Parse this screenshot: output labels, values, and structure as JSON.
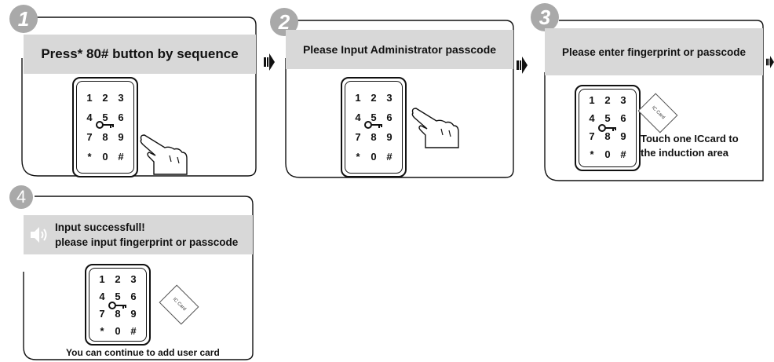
{
  "steps": [
    {
      "number": "1",
      "title": "Press* 80# button by sequence",
      "keys": [
        "1",
        "2",
        "3",
        "4",
        "5",
        "6",
        "7",
        "8",
        "9",
        "*",
        "0",
        "#"
      ]
    },
    {
      "number": "2",
      "title": "Please Input Administrator passcode",
      "keys": [
        "1",
        "2",
        "3",
        "4",
        "5",
        "6",
        "7",
        "8",
        "9",
        "*",
        "0",
        "#"
      ]
    },
    {
      "number": "3",
      "title": "Please enter fingerprint or passcode",
      "card_label": "IC Card",
      "note_line1": "Touch one ICcard to",
      "note_line2": "the induction area",
      "keys": [
        "1",
        "2",
        "3",
        "4",
        "5",
        "6",
        "7",
        "8",
        "9",
        "*",
        "0",
        "#"
      ]
    },
    {
      "number": "4",
      "title_line1": "Input successfull!",
      "title_line2": "please input fingerprint or passcode",
      "card_label": "IC Card",
      "note": "You can continue to add user card",
      "keys": [
        "1",
        "2",
        "3",
        "4",
        "5",
        "6",
        "7",
        "8",
        "9",
        "*",
        "0",
        "#"
      ]
    }
  ],
  "icons": {
    "speaker": "speaker-icon",
    "arrow": "arrow-right-icon",
    "hand": "pointing-hand-icon",
    "key": "key-icon"
  },
  "colors": {
    "header_bg": "#d8d8d8",
    "badge_bg": "#a9a9a9",
    "outline": "#111111"
  }
}
